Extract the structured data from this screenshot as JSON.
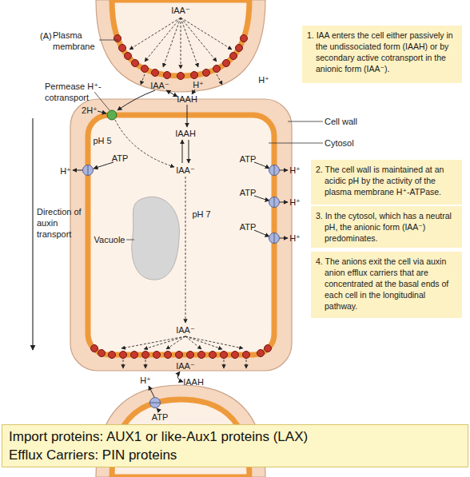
{
  "diagram": {
    "nodes": [
      {
        "text": [
          "1. IAA enters the cell either passively in the undissociated form (IAAH) or by secondary active cotransport in the anionic form (IAA⁻)."
        ]
      },
      {
        "text": [
          "2. The cell wall is maintained at an acidic pH by the activity of the plasma membrane H⁺-ATPase."
        ]
      },
      {
        "text": [
          "3. In the cytosol, which has a neutral pH, the anionic form (IAA⁻) predominates."
        ]
      },
      {
        "text": [
          "4. The anions exit the cell via auxin anion efflux carriers that are concentrated at the basal ends of each cell in the longitudinal pathway."
        ]
      },
      {
        "text": [
          "Import proteins: AUX1 or like-Aux1 proteins (LAX)",
          "Efflux Carriers: PIN proteins"
        ]
      }
    ],
    "labels": [
      "(A)",
      "Plasma membrane",
      "IAA⁻",
      "H⁺",
      "Permease H⁺-cotransport",
      "IAA⁻",
      "H⁺",
      "IAAH",
      "Cell wall",
      "2H⁺",
      "pH 5",
      "IAAH",
      "Cytosol",
      "ATP",
      "H⁺",
      "IAA⁻",
      "ATP",
      "H⁺",
      "ATP",
      "H⁺",
      "Direction of auxin transport",
      "pH 7",
      "Vacuole",
      "ATP",
      "H⁺",
      "IAA⁻",
      "IAA⁻",
      "H⁺",
      "IAAH",
      "ATP"
    ]
  }
}
